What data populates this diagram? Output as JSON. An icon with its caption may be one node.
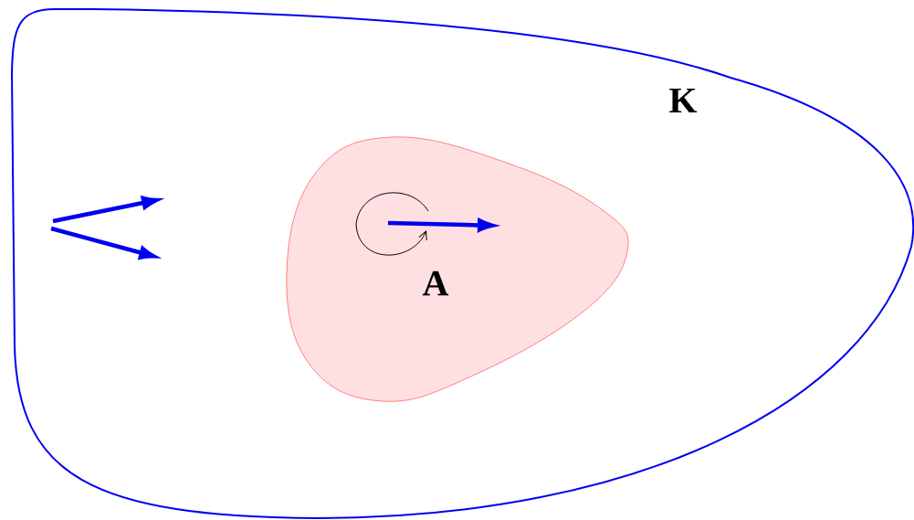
{
  "diagram": {
    "nodes": [
      {
        "text": [
          "K"
        ]
      },
      {
        "text": [
          "A"
        ],
        "in": 0
      }
    ]
  }
}
